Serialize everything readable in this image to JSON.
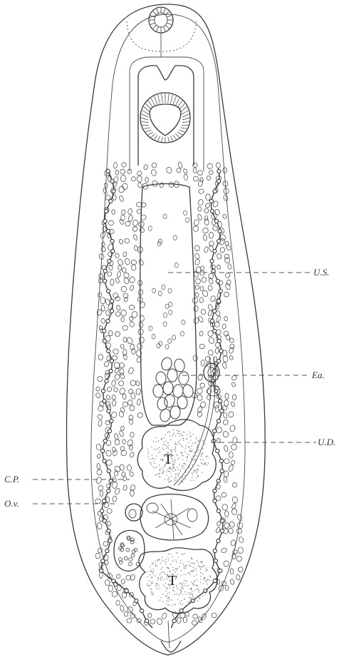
{
  "labels": {
    "us": "U.S.",
    "ea": "Ea.",
    "ud": "U.D.",
    "cp": "C.P.",
    "ov": "O.v.",
    "testis_anterior": "T",
    "testis_posterior": "T"
  },
  "colors": {
    "ink": "#3a3a3a",
    "paper": "#ffffff"
  }
}
